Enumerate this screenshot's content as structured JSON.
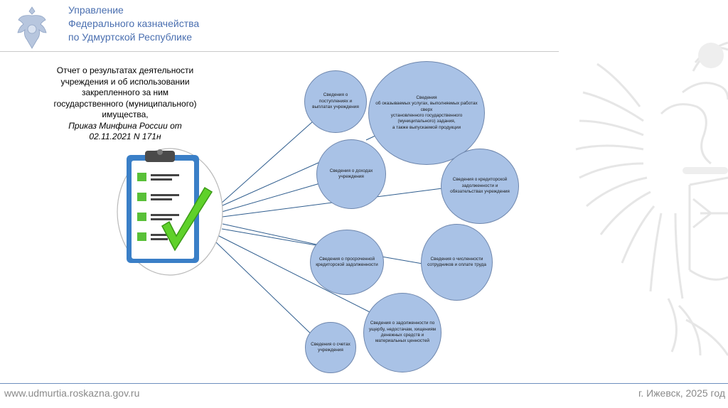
{
  "header": {
    "org_line1": "Управление",
    "org_line2": "Федерального казначейства",
    "org_line3": "по Удмуртской Республике",
    "logo_icon": "double-headed-eagle-emblem"
  },
  "report": {
    "line1": "Отчет о результатах деятельности",
    "line2": "учреждения и об использовании",
    "line3": "закрепленного за ним",
    "line4": "государственного (муниципального)",
    "line5": "имущества,",
    "line6": "Приказ Минфина России от",
    "line7": "02.11.2021 N 171н",
    "clipboard_icon": "clipboard-checklist-icon"
  },
  "nodes": {
    "n1": "Сведения о поступлениях и выплатах учреждения",
    "n2a": "Сведения",
    "n2b": "об оказываемых услугах, выполняемых работах сверх",
    "n2c": "установленного государственного (муниципального) задания,",
    "n2d": "а также выпускаемой продукции",
    "n3": "Сведения о доходах учреждения",
    "n4": "Сведения о кредиторской задолженности и обязательствах учреждения",
    "n5": "Сведения о просроченной кредиторской задолженности",
    "n6": "Сведения о численности сотрудников и оплате труда",
    "n7": "Сведения о задолженности по ущербу, недостачам, хищениям денежных средств и материальных ценностей",
    "n8": "Сведения о счетах учреждения"
  },
  "footer": {
    "website": "www.udmurtia.roskazna.gov.ru",
    "place_year": "г. Ижевск, 2025 год"
  },
  "colors": {
    "brand_blue": "#4a6fb0",
    "node_fill": "#a9c2e6",
    "node_border": "#6f87ad",
    "connector": "#2f5d8e",
    "check_green": "#5fd12a"
  }
}
